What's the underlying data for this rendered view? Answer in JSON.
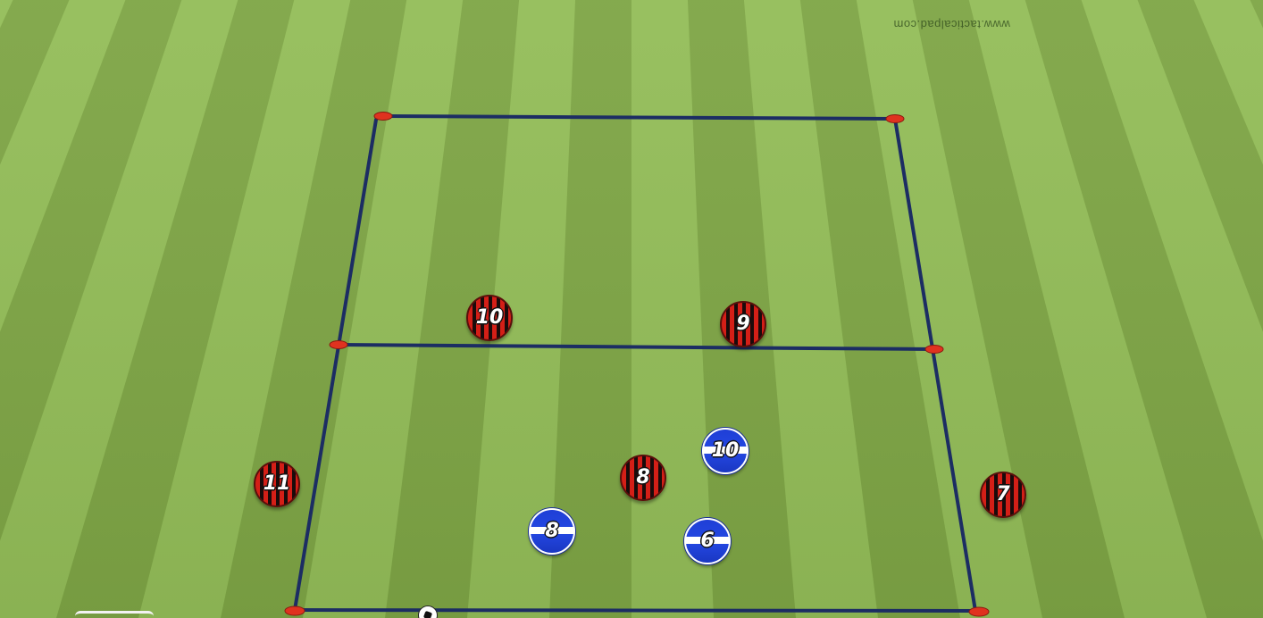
{
  "watermark": "www.tacticalpad.com",
  "colors": {
    "grass_light": "#93bd58",
    "grass_dark": "#7ea545",
    "line": "#1c2d63",
    "cone": "#e0321f",
    "red_team": "#d41f17",
    "blue_team": "#2346e0"
  },
  "players": {
    "red": [
      "10",
      "9",
      "11",
      "8",
      "7"
    ],
    "blue": [
      "10",
      "8",
      "6"
    ]
  },
  "ball": "soccer-ball-icon"
}
